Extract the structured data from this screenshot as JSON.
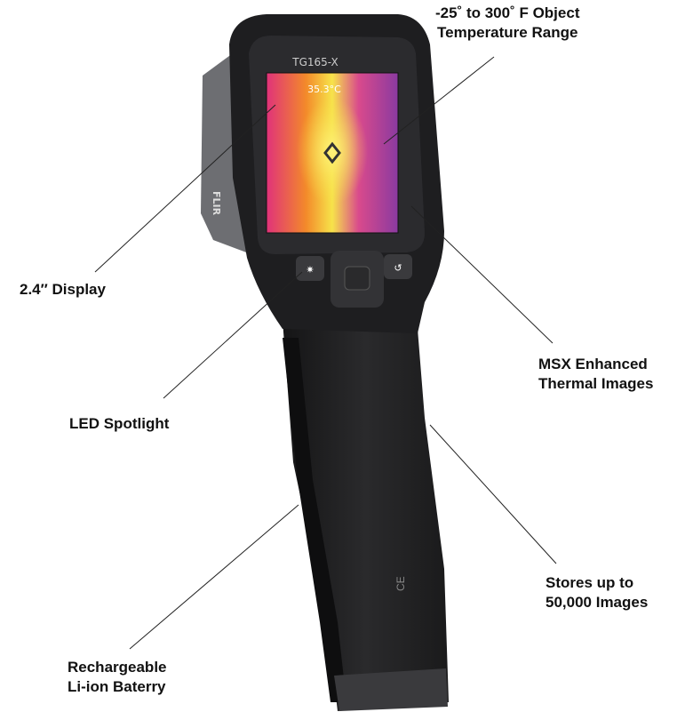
{
  "device": {
    "model_label": "TG165-X",
    "screen_temperature": "35.3°C",
    "brand_side_label": "FLIR"
  },
  "callouts": {
    "temperature_range": {
      "line1": "-25˚ to 300˚ F Object",
      "line2": "Temperature Range"
    },
    "display": {
      "line1": "2.4″ Display"
    },
    "msx": {
      "line1": "MSX Enhanced",
      "line2": "Thermal Images"
    },
    "led": {
      "line1": "LED Spotlight"
    },
    "storage": {
      "line1": "Stores up to",
      "line2": "50,000 Images"
    },
    "battery": {
      "line1": "Rechargeable",
      "line2": "Li-ion Baterry"
    }
  },
  "colors": {
    "body": "#1e1e20",
    "bezel": "#2b2b2e",
    "thermal_hot": "#f7e34a",
    "thermal_mid": "#e0327a",
    "thermal_cold": "#5a2a8a"
  }
}
